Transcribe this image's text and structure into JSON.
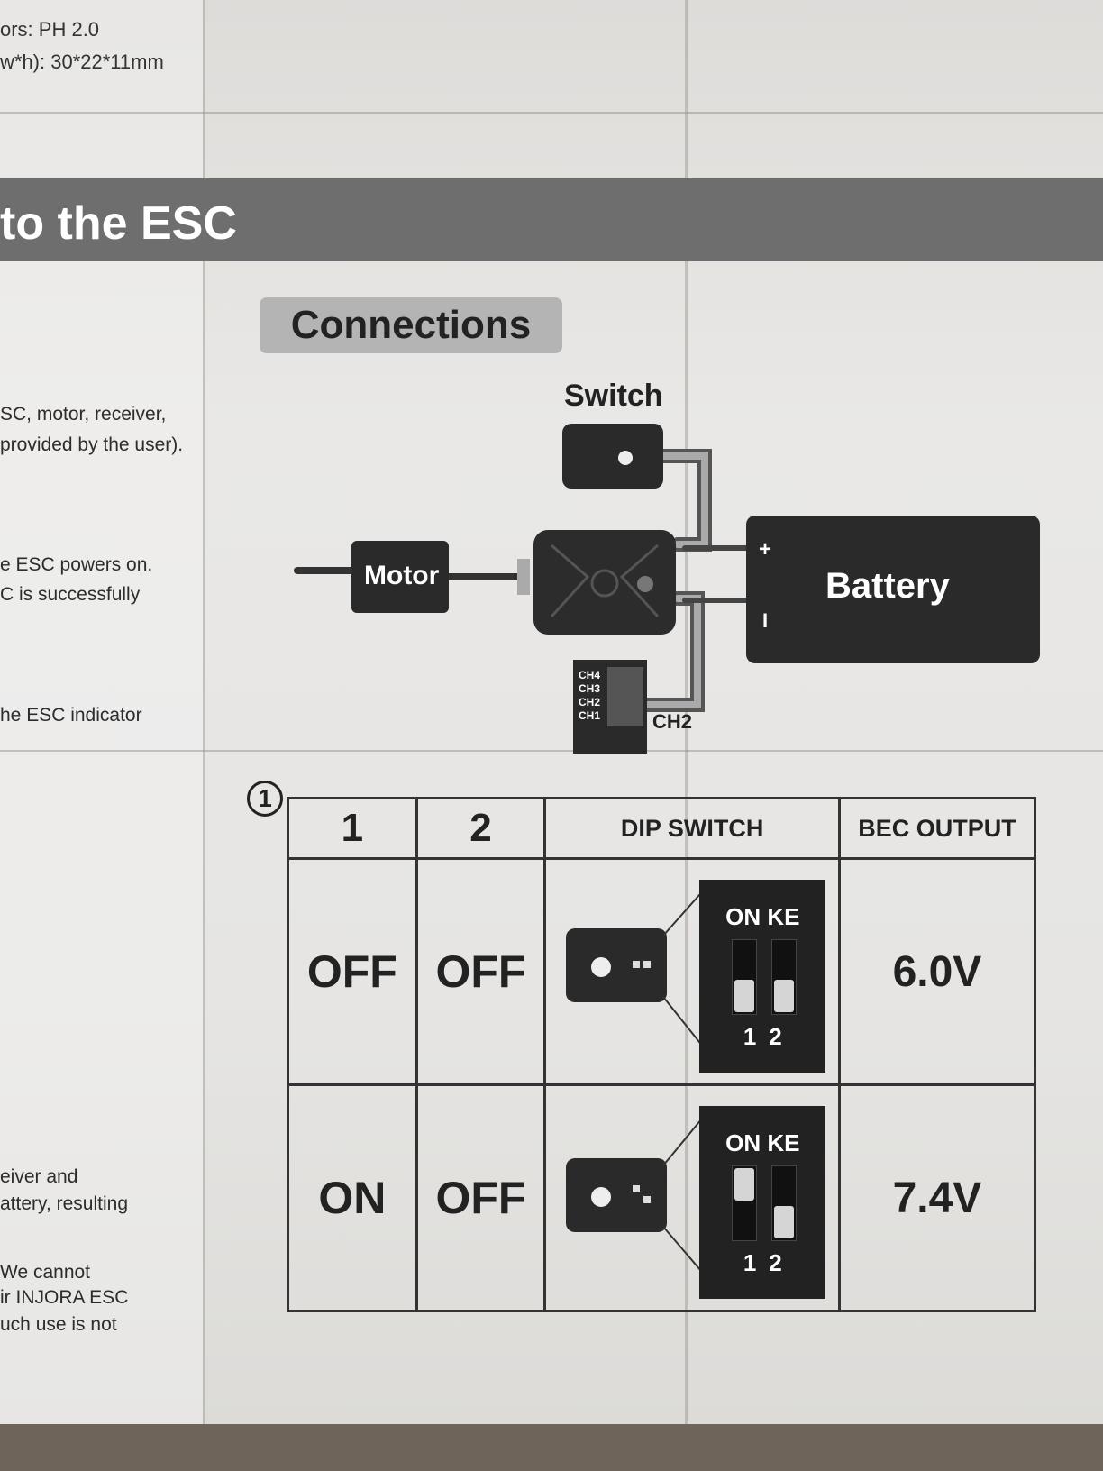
{
  "specs": {
    "line1": "ors: PH 2.0",
    "line2": "w*h): 30*22*11mm"
  },
  "section_title": "to the ESC",
  "connections_title": "Connections",
  "side_text": [
    "SC, motor, receiver,",
    "provided by the user).",
    "e ESC powers on.",
    "C is successfully",
    "he ESC indicator",
    "eiver and",
    "attery, resulting",
    "We cannot",
    "ir INJORA ESC",
    "uch use is not"
  ],
  "diagram": {
    "switch_label": "Switch",
    "motor_label": "Motor",
    "battery_label": "Battery",
    "battery_plus": "+",
    "battery_minus": "I",
    "receiver_channels": [
      "CH4",
      "CH3",
      "CH2",
      "CH1"
    ],
    "receiver_port": "CH2"
  },
  "table": {
    "circle_number": "1",
    "headers": [
      "1",
      "2",
      "DIP SWITCH",
      "BEC OUTPUT"
    ],
    "rows": [
      {
        "sw1": "OFF",
        "sw2": "OFF",
        "dip_label": "ON KE",
        "dip_numbers": "12",
        "sw1_on": false,
        "sw2_on": false,
        "output": "6.0V"
      },
      {
        "sw1": "ON",
        "sw2": "OFF",
        "dip_label": "ON KE",
        "dip_numbers": "12",
        "sw1_on": true,
        "sw2_on": false,
        "output": "7.4V"
      }
    ]
  }
}
